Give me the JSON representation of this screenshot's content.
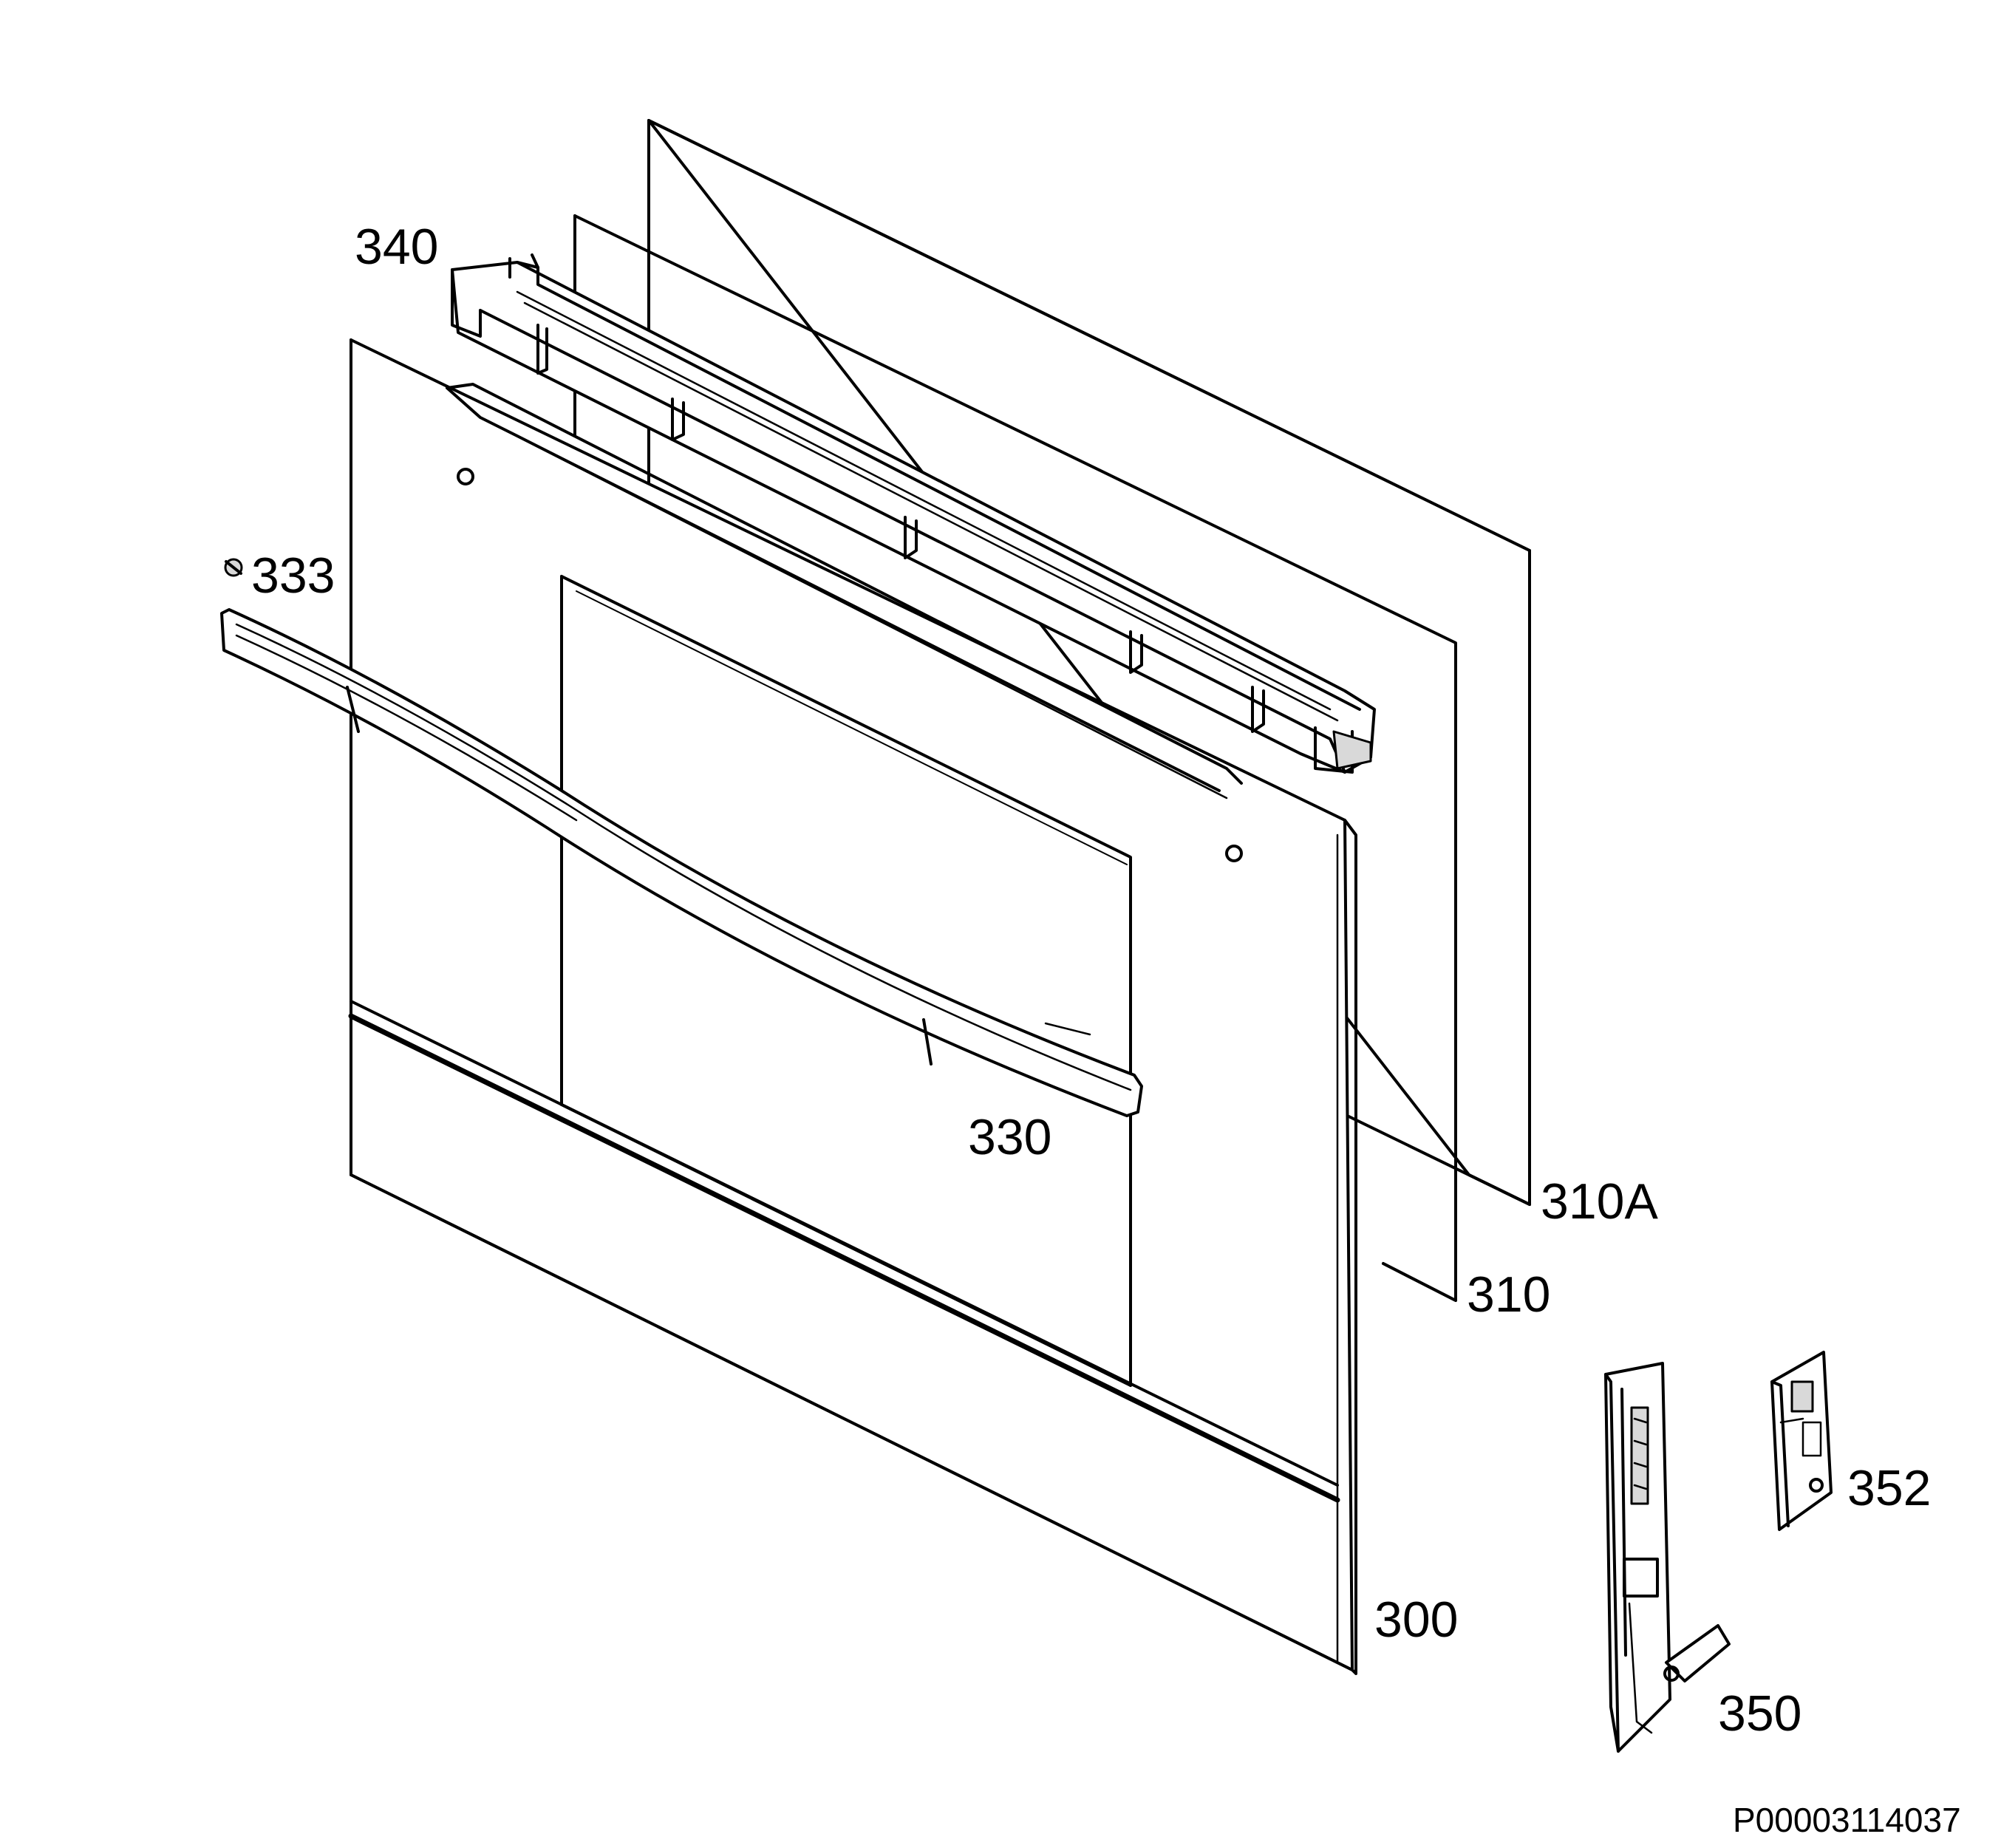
{
  "parts": [
    {
      "id": "p340",
      "label": "340"
    },
    {
      "id": "p333",
      "label": "333"
    },
    {
      "id": "p330",
      "label": "330"
    },
    {
      "id": "p310A",
      "label": "310A"
    },
    {
      "id": "p310",
      "label": "310"
    },
    {
      "id": "p352",
      "label": "352"
    },
    {
      "id": "p300",
      "label": "300"
    },
    {
      "id": "p350",
      "label": "350"
    }
  ],
  "drawing_code": "P00003114037"
}
